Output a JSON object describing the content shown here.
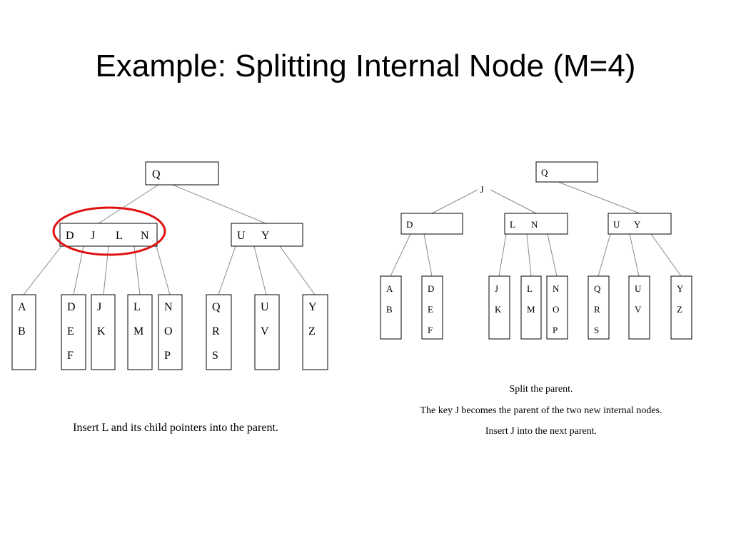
{
  "title": "Example: Splitting Internal Node (M=4)",
  "left_tree": {
    "root": [
      "Q"
    ],
    "internal": [
      [
        "D",
        "J",
        "L",
        "N"
      ],
      [
        "U",
        "Y"
      ]
    ],
    "leaves": [
      [
        "A",
        "B"
      ],
      [
        "D",
        "E",
        "F"
      ],
      [
        "J",
        "K"
      ],
      [
        "L",
        "M"
      ],
      [
        "N",
        "O",
        "P"
      ],
      [
        "Q",
        "R",
        "S"
      ],
      [
        "U",
        "V"
      ],
      [
        "Y",
        "Z"
      ]
    ],
    "caption": "Insert L and its child pointers into the parent.",
    "highlight_color": "#e01010"
  },
  "right_tree": {
    "root": [
      "Q"
    ],
    "promoted_key": "J",
    "internal": [
      [
        "D"
      ],
      [
        "L",
        "N"
      ],
      [
        "U",
        "Y"
      ]
    ],
    "leaves": [
      [
        "A",
        "B"
      ],
      [
        "D",
        "E",
        "F"
      ],
      [
        "J",
        "K"
      ],
      [
        "L",
        "M"
      ],
      [
        "N",
        "O",
        "P"
      ],
      [
        "Q",
        "R",
        "S"
      ],
      [
        "U",
        "V"
      ],
      [
        "Y",
        "Z"
      ]
    ],
    "caption_lines": [
      "Split the parent.",
      "The key J becomes the parent of the two new internal nodes.",
      "Insert J into the next parent."
    ]
  }
}
